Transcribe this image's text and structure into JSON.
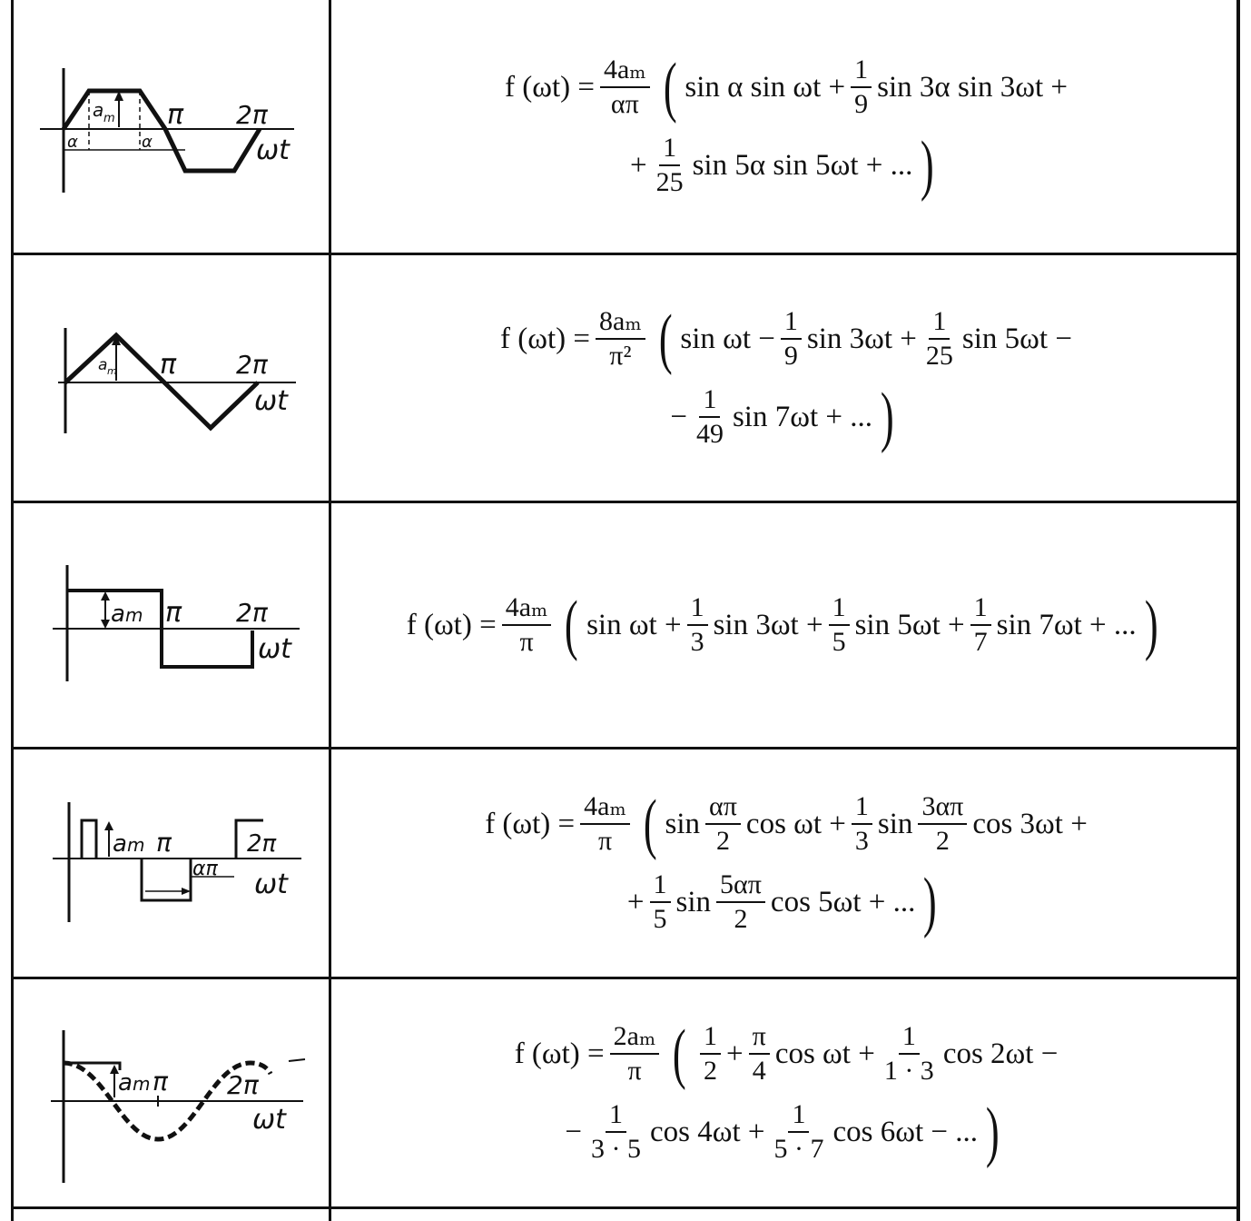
{
  "rows": [
    {
      "graph": {
        "amp": "a",
        "amp_sub": "m",
        "pi": "π",
        "two_pi": "2π",
        "axis": "ωt",
        "alpha": "α"
      },
      "line1": {
        "lhs": "f (ωt) =",
        "coef_num": "4aₘ",
        "coef_den": "απ",
        "t1": "sin α sin ωt +",
        "f1_num": "1",
        "f1_den": "9",
        "t2": "sin 3α sin 3ωt +"
      },
      "line2": {
        "pre": "+",
        "f1_num": "1",
        "f1_den": "25",
        "t1": "sin 5α sin 5ωt + ..."
      }
    },
    {
      "graph": {
        "amp": "a",
        "amp_sub": "m",
        "pi": "π",
        "two_pi": "2π",
        "axis": "ωt"
      },
      "line1": {
        "lhs": "f (ωt) =",
        "coef_num": "8aₘ",
        "coef_den": "π²",
        "t1": "sin ωt −",
        "f1_num": "1",
        "f1_den": "9",
        "t2": "sin 3ωt +",
        "f2_num": "1",
        "f2_den": "25",
        "t3": "sin 5ωt −"
      },
      "line2": {
        "pre": "−",
        "f1_num": "1",
        "f1_den": "49",
        "t1": "sin 7ωt + ..."
      }
    },
    {
      "graph": {
        "amp": "a",
        "amp_sub": "m",
        "pi": "π",
        "two_pi": "2π",
        "axis": "ωt"
      },
      "line1": {
        "lhs": "f (ωt) =",
        "coef_num": "4aₘ",
        "coef_den": "π",
        "t1": "sin ωt +",
        "f1_num": "1",
        "f1_den": "3",
        "t2": "sin 3ωt +",
        "f2_num": "1",
        "f2_den": "5",
        "t3": "sin 5ωt +",
        "f3_num": "1",
        "f3_den": "7",
        "t4": "sin 7ωt + ..."
      }
    },
    {
      "graph": {
        "amp": "a",
        "amp_sub": "m",
        "pi": "π",
        "two_pi": "2π",
        "axis": "ωt",
        "alpha_pi": "απ"
      },
      "line1": {
        "lhs": "f (ωt) =",
        "coef_num": "4aₘ",
        "coef_den": "π",
        "t1": "sin",
        "f1_num": "απ",
        "f1_den": "2",
        "t2": "cos ωt +",
        "f2_num": "1",
        "f2_den": "3",
        "t3": "sin",
        "f3_num": "3απ",
        "f3_den": "2",
        "t4": "cos 3ωt +"
      },
      "line2": {
        "pre": "+",
        "f1_num": "1",
        "f1_den": "5",
        "t1": "sin",
        "f2_num": "5απ",
        "f2_den": "2",
        "t2": "cos 5ωt + ..."
      }
    },
    {
      "graph": {
        "amp": "a",
        "amp_sub": "m",
        "pi": "π",
        "two_pi": "2π",
        "axis": "ωt"
      },
      "line1": {
        "lhs": "f (ωt) =",
        "coef_num": "2aₘ",
        "coef_den": "π",
        "f1_num": "1",
        "f1_den": "2",
        "t1": "+",
        "f2_num": "π",
        "f2_den": "4",
        "t2": "cos ωt +",
        "f3_num": "1",
        "f3_den": "1 · 3",
        "t3": "cos 2ωt −"
      },
      "line2": {
        "pre": "−",
        "f1_num": "1",
        "f1_den": "3 · 5",
        "t1": "cos 4ωt +",
        "f2_num": "1",
        "f2_den": "5 · 7",
        "t2": "cos 6ωt − ..."
      }
    }
  ]
}
